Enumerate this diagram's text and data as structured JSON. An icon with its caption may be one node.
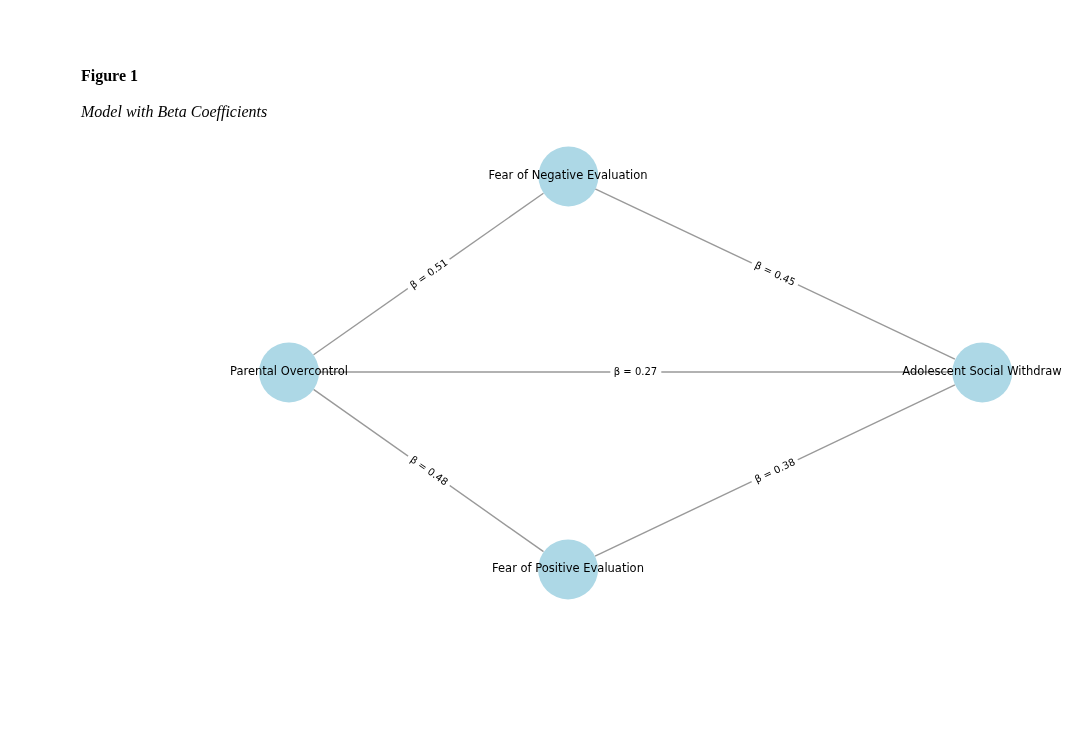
{
  "diagram": {
    "title": "Figure 1",
    "caption": "Model with Beta Coefficients",
    "nodes": [
      {
        "text": [
          "Fear of Negative Evaluation"
        ]
      },
      {
        "text": [
          "Parental Overcontrol"
        ]
      },
      {
        "text": [
          "Adolescent Social Withdraw"
        ]
      },
      {
        "text": [
          "Fear of Positive Evaluation"
        ]
      }
    ],
    "edges": [
      {
        "from": 1,
        "to": 0,
        "arrow": "none",
        "label": "β = 0.51"
      },
      {
        "from": 0,
        "to": 2,
        "arrow": "none",
        "label": "β = 0.45"
      },
      {
        "from": 1,
        "to": 2,
        "arrow": "none",
        "label": "β = 0.27"
      },
      {
        "from": 1,
        "to": 3,
        "arrow": "none",
        "label": "β = 0.48"
      },
      {
        "from": 3,
        "to": 2,
        "arrow": "none",
        "label": "β = 0.38"
      }
    ]
  }
}
